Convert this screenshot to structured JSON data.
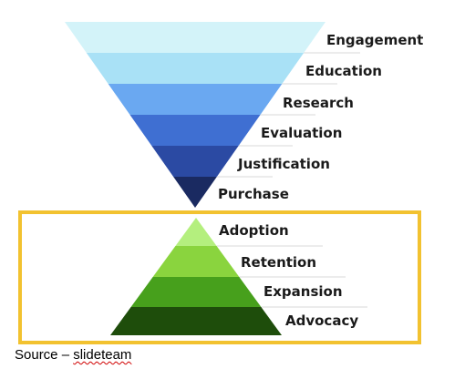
{
  "funnel": {
    "stages": [
      {
        "label": "Engagement",
        "color": "#d3f3f9"
      },
      {
        "label": "Education",
        "color": "#a9e1f6"
      },
      {
        "label": "Research",
        "color": "#6aa8f1"
      },
      {
        "label": "Evaluation",
        "color": "#3f6fd2"
      },
      {
        "label": "Justification",
        "color": "#2b4aa3"
      },
      {
        "label": "Purchase",
        "color": "#1a2a61"
      }
    ]
  },
  "pyramid": {
    "stages": [
      {
        "label": "Adoption",
        "color": "#b4ef7e"
      },
      {
        "label": "Retention",
        "color": "#8ad43e"
      },
      {
        "label": "Expansion",
        "color": "#47a01c"
      },
      {
        "label": "Advocacy",
        "color": "#1e4d0b"
      }
    ],
    "frame_color": "#f2c230"
  },
  "source": {
    "prefix": "Source – ",
    "name": "slideteam"
  }
}
